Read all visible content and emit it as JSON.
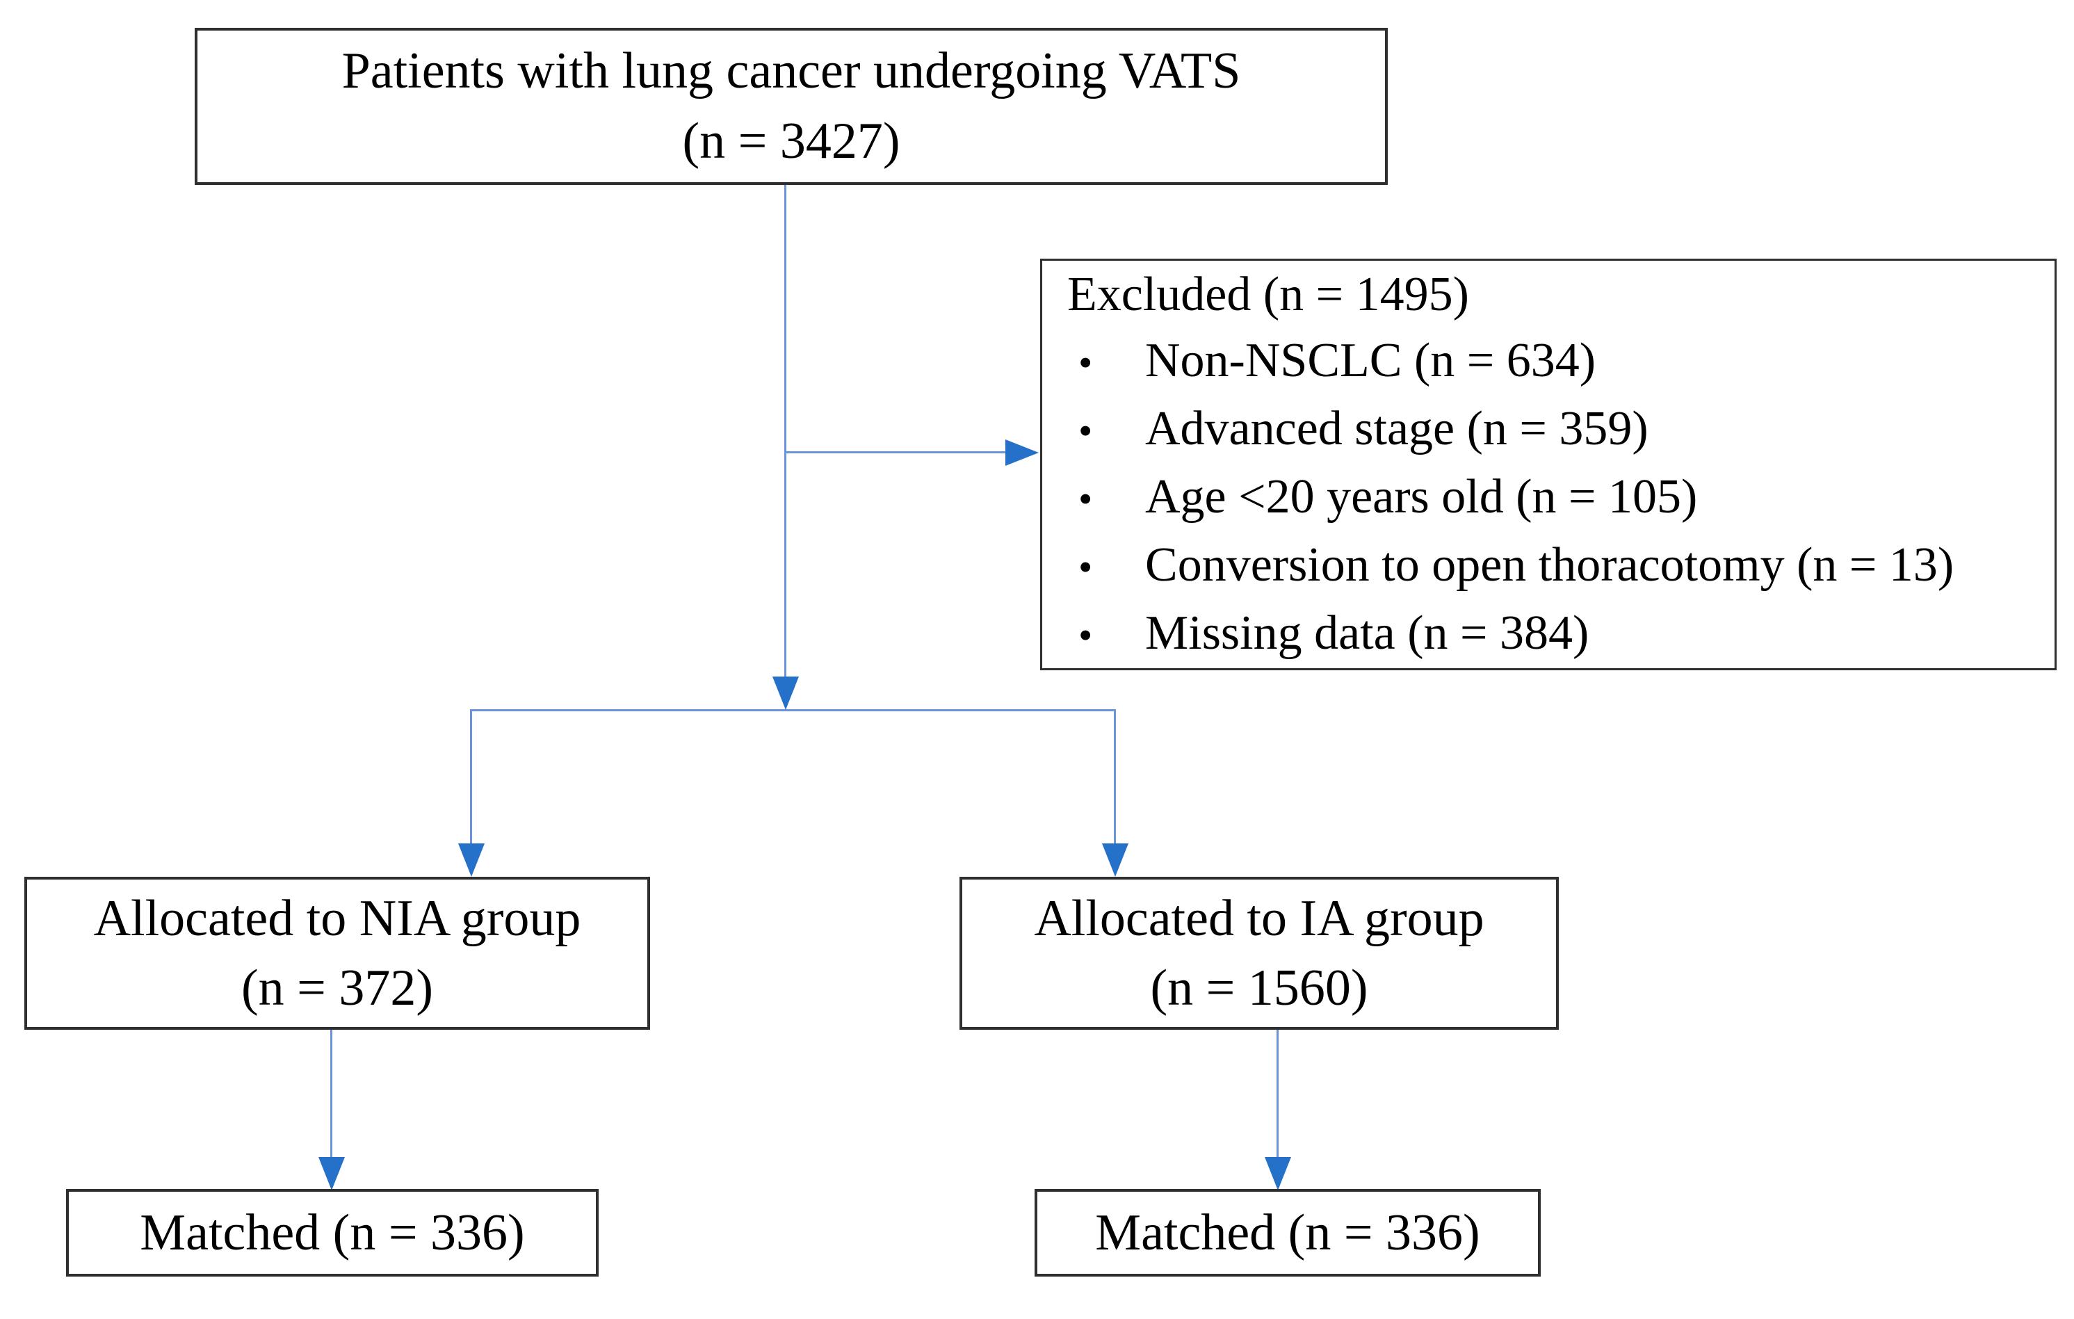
{
  "diagram": {
    "type": "flowchart",
    "background": "#ffffff",
    "connector_color": "#6b93dd",
    "arrowhead_color": "#2570c8",
    "box_border_color": "#2f2f2f",
    "text_color": "#000000",
    "bullet_char": "•",
    "nodes": {
      "enrollment": {
        "line1": "Patients with lung cancer undergoing VATS",
        "line2": "(n = 3427)",
        "n": 3427
      },
      "excluded": {
        "title": "Excluded (n = 1495)",
        "n": 1495,
        "items": [
          {
            "label": "Non-NSCLC (n = 634)",
            "n": 634
          },
          {
            "label": "Advanced stage (n = 359)",
            "n": 359
          },
          {
            "label": "Age <20 years old (n = 105)",
            "n": 105
          },
          {
            "label": "Conversion to open thoracotomy (n = 13)",
            "n": 13
          },
          {
            "label": "Missing data (n = 384)",
            "n": 384
          }
        ]
      },
      "allocated_nia": {
        "line1": "Allocated to NIA group",
        "line2": "(n = 372)",
        "n": 372
      },
      "allocated_ia": {
        "line1": "Allocated to IA group",
        "line2": "(n = 1560)",
        "n": 1560
      },
      "matched_nia": {
        "label": "Matched (n = 336)",
        "n": 336
      },
      "matched_ia": {
        "label": "Matched (n = 336)",
        "n": 336
      }
    }
  }
}
